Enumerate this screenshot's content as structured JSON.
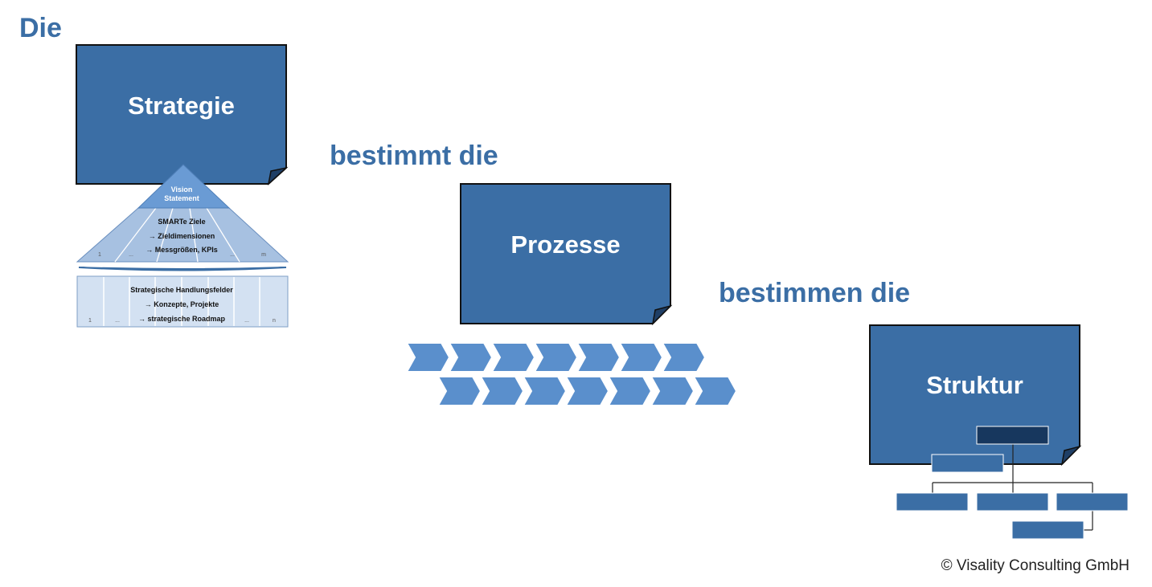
{
  "headings": {
    "die": "Die",
    "bestimmt": "bestimmt die",
    "bestimmen": "bestimmen die"
  },
  "documents": {
    "strategie": "Strategie",
    "prozesse": "Prozesse",
    "struktur": "Struktur"
  },
  "pyramid": {
    "apex_line1": "Vision",
    "apex_line2": "Statement",
    "middle_line1": "SMARTe Ziele",
    "middle_line2": "→ Zieldimensionen",
    "middle_line3": "→ Messgrößen, KPIs",
    "middle_index_first": "1",
    "middle_index_dots1": "...",
    "middle_index_dots2": "...",
    "middle_index_last": "m"
  },
  "base": {
    "line1": "Strategische Handlungsfelder",
    "line2": "→ Konzepte, Projekte",
    "line3": "→ strategische Roadmap",
    "index_first": "1",
    "index_dots1": "...",
    "index_dots2": "...",
    "index_last": "n"
  },
  "copyright": "© Visality Consulting GmbH",
  "colors": {
    "doc_fill": "#3b6ea5",
    "chevron": "#5a8fcc",
    "pyramid_top": "#6a9bd4",
    "pyramid_mid": "#a7c1e1",
    "base_fill": "#d3e1f2",
    "org_box": "#3b6ea5",
    "org_top": "#17375e"
  },
  "icons": {
    "process_chain": "chevron-arrows",
    "org_chart": "org-chart"
  }
}
